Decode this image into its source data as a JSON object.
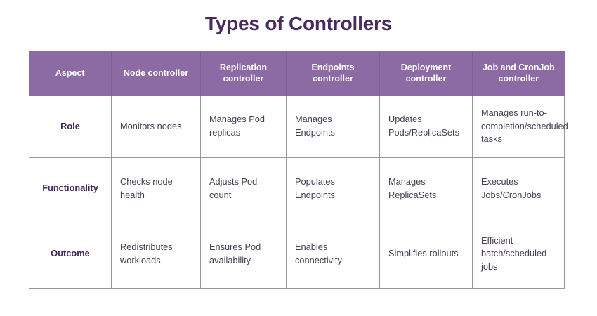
{
  "title": "Types of Controllers",
  "theme": {
    "header_bg": "#8c6aa4",
    "header_text": "#ffffff",
    "title_color": "#4a2a5e",
    "body_text": "#463d52",
    "aspect_text": "#41275a",
    "border": "#9b94a3",
    "page_bg": "#ffffff"
  },
  "table": {
    "headers": [
      "Aspect",
      "Node controller",
      "Replication controller",
      "Endpoints controller",
      "Deployment controller",
      "Job and CronJob controller"
    ],
    "rows": [
      {
        "aspect": "Role",
        "cells": [
          "Monitors nodes",
          "Manages Pod replicas",
          "Manages Endpoints",
          "Updates Pods/ReplicaSets",
          "Manages run-to-completion/scheduled tasks"
        ]
      },
      {
        "aspect": "Functionality",
        "cells": [
          "Checks node health",
          "Adjusts Pod count",
          "Populates Endpoints",
          "Manages ReplicaSets",
          "Executes Jobs/CronJobs"
        ]
      },
      {
        "aspect": "Outcome",
        "cells": [
          "Redistributes workloads",
          "Ensures Pod availability",
          "Enables connectivity",
          "Simplifies rollouts",
          "Efficient batch/scheduled jobs"
        ]
      }
    ]
  }
}
